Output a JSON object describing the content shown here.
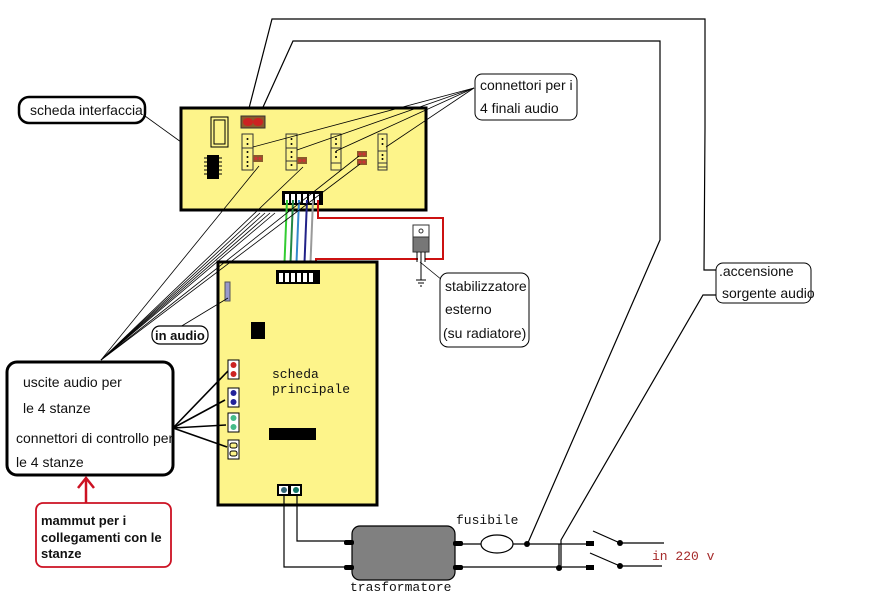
{
  "diagram": {
    "colors": {
      "board_fill": "#fdf48a",
      "board_border": "#000000",
      "transformer_fill": "#808080",
      "power_wire": "#cc1111",
      "ribbon_wires": [
        "#33cc33",
        "#228844",
        "#3388cc",
        "#222288",
        "#999999",
        "#cc3311"
      ],
      "red_callout": "#cc1122",
      "text_red": "#a52a2a"
    },
    "labels": {
      "interface_board": "scheda interfaccia",
      "amp_connectors_line1": "connettori per i",
      "amp_connectors_line2": "4 finali audio",
      "stabilizer_line1": "stabilizzatore",
      "stabilizer_line2": "esterno",
      "stabilizer_line3": "(su radiatore)",
      "power_on_line1": ".accensione",
      "power_on_line2": "sorgente audio",
      "audio_in": "in audio",
      "main_board_line1": "scheda",
      "main_board_line2": "principale",
      "outputs_line1": "uscite audio per",
      "outputs_line2": "le 4 stanze",
      "control_line1": "connettori di controllo per",
      "control_line2": "le 4 stanze",
      "terminal_line1": "mammut per i",
      "terminal_line2": "collegamenti con le",
      "terminal_line3": "stanze",
      "fuse": "fusibile",
      "transformer": "trasformatore",
      "mains_input": "in 220 v"
    }
  }
}
